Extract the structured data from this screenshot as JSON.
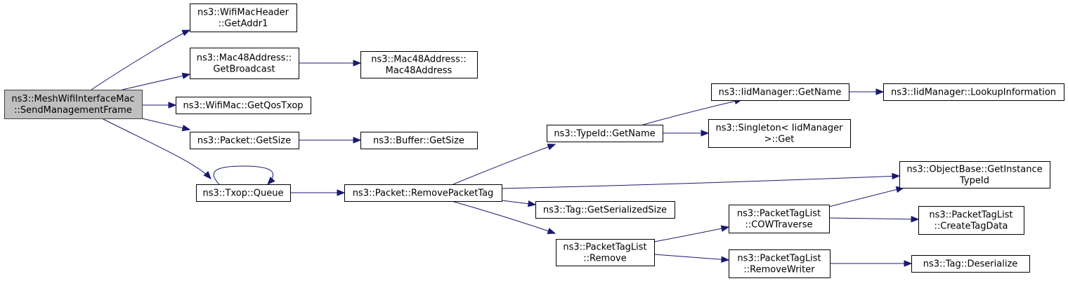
{
  "diagram": {
    "type": "call-graph",
    "nodes": [
      {
        "id": "root",
        "lines": [
          "ns3::MeshWifiInterfaceMac",
          "::SendManagementFrame"
        ],
        "highlight": true
      },
      {
        "id": "getaddr1",
        "lines": [
          "ns3::WifiMacHeader",
          "::GetAddr1"
        ]
      },
      {
        "id": "getbroadcast",
        "lines": [
          "ns3::Mac48Address::",
          "GetBroadcast"
        ]
      },
      {
        "id": "mac48address",
        "lines": [
          "ns3::Mac48Address::",
          "Mac48Address"
        ]
      },
      {
        "id": "getqostxop",
        "lines": [
          "ns3::WifiMac::GetQosTxop"
        ]
      },
      {
        "id": "packetgetsize",
        "lines": [
          "ns3::Packet::GetSize"
        ]
      },
      {
        "id": "buffergetsize",
        "lines": [
          "ns3::Buffer::GetSize"
        ]
      },
      {
        "id": "txopqueue",
        "lines": [
          "ns3::Txop::Queue"
        ]
      },
      {
        "id": "removepackettag",
        "lines": [
          "ns3::Packet::RemovePacketTag"
        ]
      },
      {
        "id": "typeidgetname",
        "lines": [
          "ns3::TypeId::GetName"
        ]
      },
      {
        "id": "iidgetname",
        "lines": [
          "ns3::IidManager::GetName"
        ]
      },
      {
        "id": "lookupinfo",
        "lines": [
          "ns3::IidManager::LookupInformation"
        ]
      },
      {
        "id": "singletonget",
        "lines": [
          "ns3::Singleton< IidManager",
          " >::Get"
        ]
      },
      {
        "id": "getinstancetypeid",
        "lines": [
          "ns3::ObjectBase::GetInstance",
          "TypeId"
        ]
      },
      {
        "id": "getserializedsize",
        "lines": [
          "ns3::Tag::GetSerializedSize"
        ]
      },
      {
        "id": "cowtraverse",
        "lines": [
          "ns3::PacketTagList",
          "::COWTraverse"
        ]
      },
      {
        "id": "createtagdata",
        "lines": [
          "ns3::PacketTagList",
          "::CreateTagData"
        ]
      },
      {
        "id": "ptlremove",
        "lines": [
          "ns3::PacketTagList",
          "::Remove"
        ]
      },
      {
        "id": "removewriter",
        "lines": [
          "ns3::PacketTagList",
          "::RemoveWriter"
        ]
      },
      {
        "id": "tagdeserialize",
        "lines": [
          "ns3::Tag::Deserialize"
        ]
      }
    ],
    "edges": [
      {
        "from": "root",
        "to": "getaddr1"
      },
      {
        "from": "root",
        "to": "getbroadcast"
      },
      {
        "from": "root",
        "to": "getqostxop"
      },
      {
        "from": "root",
        "to": "packetgetsize"
      },
      {
        "from": "root",
        "to": "txopqueue"
      },
      {
        "from": "getbroadcast",
        "to": "mac48address"
      },
      {
        "from": "packetgetsize",
        "to": "buffergetsize"
      },
      {
        "from": "txopqueue",
        "to": "txopqueue"
      },
      {
        "from": "txopqueue",
        "to": "removepackettag"
      },
      {
        "from": "removepackettag",
        "to": "typeidgetname"
      },
      {
        "from": "removepackettag",
        "to": "getinstancetypeid"
      },
      {
        "from": "removepackettag",
        "to": "getserializedsize"
      },
      {
        "from": "removepackettag",
        "to": "ptlremove"
      },
      {
        "from": "typeidgetname",
        "to": "iidgetname"
      },
      {
        "from": "typeidgetname",
        "to": "singletonget"
      },
      {
        "from": "iidgetname",
        "to": "lookupinfo"
      },
      {
        "from": "ptlremove",
        "to": "cowtraverse"
      },
      {
        "from": "ptlremove",
        "to": "removewriter"
      },
      {
        "from": "cowtraverse",
        "to": "getinstancetypeid"
      },
      {
        "from": "cowtraverse",
        "to": "createtagdata"
      },
      {
        "from": "removewriter",
        "to": "tagdeserialize"
      }
    ]
  }
}
